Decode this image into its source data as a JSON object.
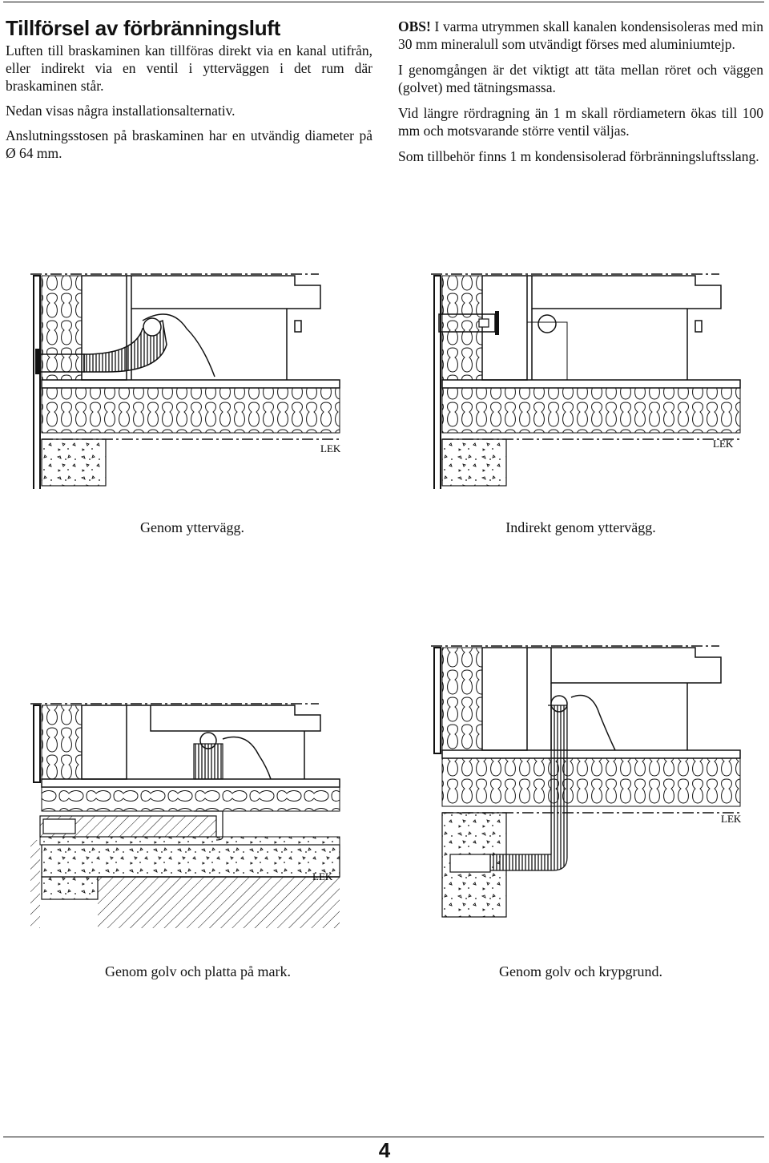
{
  "heading": "Tillförsel av förbränningsluft",
  "left_paragraphs": [
    "Luften till braskaminen kan tillföras direkt via en kanal utifrån, eller indirekt via en ventil i ytterväggen i det rum där braskaminen står.",
    "Nedan visas några installationsalternativ.",
    "Anslutningsstosen på braskaminen har en utvändig diameter på Ø 64 mm."
  ],
  "obs_label": "OBS!",
  "obs_text": " I varma utrymmen skall kanalen kondensisoleras med min 30 mm mineralull som utvändigt förses med aluminiumtejp.",
  "right_paragraphs": [
    "I genomgången är det viktigt att täta mellan röret och väggen (golvet) med tätningsmassa.",
    "Vid längre rördragning än 1 m skall rördiametern ökas till 100 mm och motsvarande större ventil väljas.",
    "Som tillbehör finns 1 m kondensisolerad förbränningsluftsslang."
  ],
  "figures": {
    "fig1": {
      "caption": "Genom yttervägg.",
      "label": "LEK"
    },
    "fig2": {
      "caption": "Indirekt genom yttervägg.",
      "label": "LEK"
    },
    "fig3": {
      "caption": "Genom golv och platta på mark.",
      "label": "LEK"
    },
    "fig4": {
      "caption": "Genom golv och krypgrund.",
      "label": "LEK"
    }
  },
  "page_number": "4"
}
